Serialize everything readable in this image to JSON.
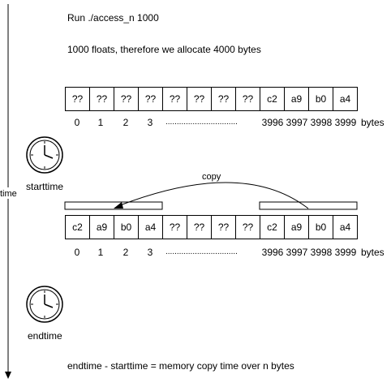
{
  "title": "Run ./access_n 1000",
  "subtitle": "1000 floats, therefore we allocate 4000 bytes",
  "time_label": "time",
  "start_label": "starttime",
  "end_label": "endtime",
  "copy_label": "copy",
  "formula": "endtime - starttime = memory copy time over n bytes",
  "array1": {
    "cells": [
      "??",
      "??",
      "??",
      "??",
      "??",
      "??",
      "??",
      "??",
      "c2",
      "a9",
      "b0",
      "a4"
    ],
    "indices": [
      "0",
      "1",
      "2",
      "3",
      "",
      "3996",
      "3997",
      "3998",
      "3999"
    ],
    "dots": "................................",
    "unit": "bytes"
  },
  "array2": {
    "cells": [
      "c2",
      "a9",
      "b0",
      "a4",
      "??",
      "??",
      "??",
      "??",
      "c2",
      "a9",
      "b0",
      "a4"
    ],
    "indices": [
      "0",
      "1",
      "2",
      "3",
      "",
      "3996",
      "3997",
      "3998",
      "3999"
    ],
    "dots": "................................",
    "unit": "bytes"
  },
  "colors": {
    "line": "#000000",
    "background": "#ffffff"
  }
}
